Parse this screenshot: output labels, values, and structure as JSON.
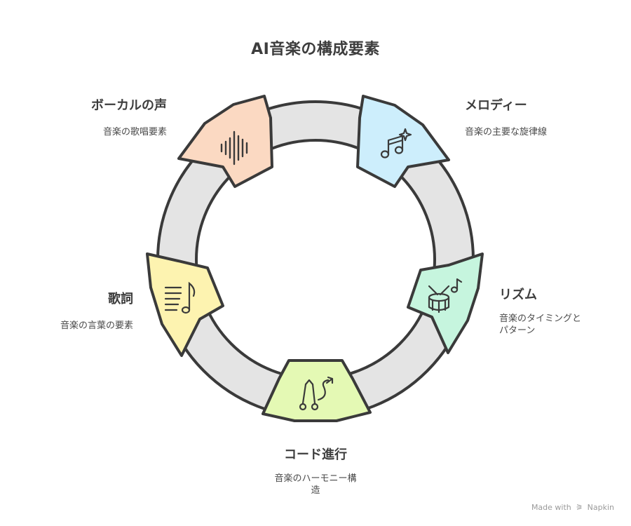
{
  "title": "AI音楽の構成要素",
  "elements": [
    {
      "id": "vocal",
      "name": "ボーカルの声",
      "desc": "音楽の歌唱要素",
      "color": "#fbd9c2",
      "icon": "waveform-icon"
    },
    {
      "id": "melody",
      "name": "メロディー",
      "desc": "音楽の主要な旋律線",
      "color": "#cdeefc",
      "icon": "music-notes-sparkle-icon"
    },
    {
      "id": "rhythm",
      "name": "リズム",
      "desc_lines": [
        "音楽のタイミングと",
        "パターン"
      ],
      "color": "#c6f5de",
      "icon": "drum-icon"
    },
    {
      "id": "chord",
      "name": "コード進行",
      "desc_lines": [
        "音楽のハーモニー構",
        "造"
      ],
      "color": "#e4f9b4",
      "icon": "tuning-fork-icon"
    },
    {
      "id": "lyrics",
      "name": "歌詞",
      "desc": "音楽の言葉の要素",
      "color": "#fdf3b0",
      "icon": "lyrics-note-icon"
    }
  ],
  "footer": {
    "prefix": "Made with",
    "brand": "Napkin"
  }
}
